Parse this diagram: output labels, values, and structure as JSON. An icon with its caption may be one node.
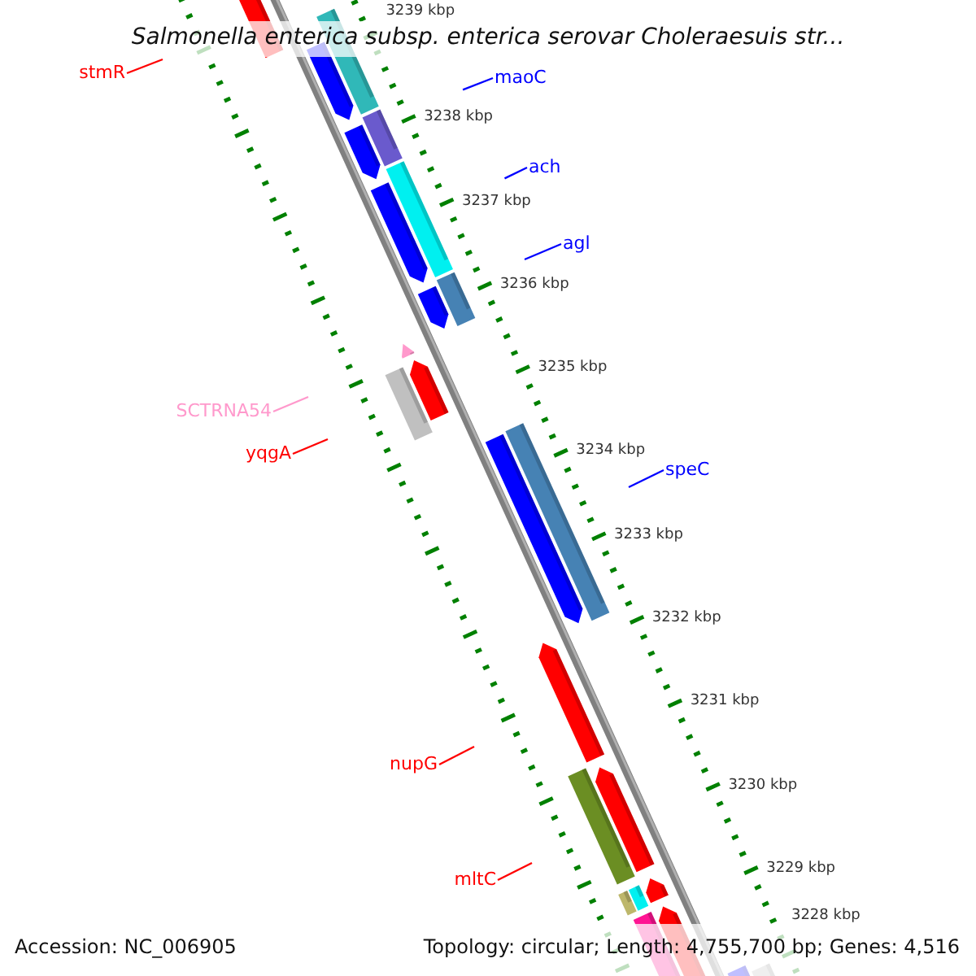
{
  "diagram": {
    "title": "Salmonella enterica subsp. enterica serovar Choleraesuis str...",
    "nodes": [
      {
        "text": [
          "stmR"
        ]
      },
      {
        "text": [
          "maoC"
        ]
      },
      {
        "text": [
          "ach"
        ]
      },
      {
        "text": [
          "agl"
        ]
      },
      {
        "text": [
          "SCTRNA54"
        ]
      },
      {
        "text": [
          "yqgA"
        ]
      },
      {
        "text": [
          "speC"
        ]
      },
      {
        "text": [
          "nupG"
        ]
      },
      {
        "text": [
          "mltC"
        ]
      }
    ],
    "edges": [
      {
        "from": 0,
        "to": null,
        "arrow": "none",
        "color": "#ff0000"
      },
      {
        "from": 1,
        "to": null,
        "arrow": "none",
        "color": "#0000ff"
      },
      {
        "from": 2,
        "to": null,
        "arrow": "none",
        "color": "#0000ff"
      },
      {
        "from": 3,
        "to": null,
        "arrow": "none",
        "color": "#0000ff"
      },
      {
        "from": 4,
        "to": null,
        "arrow": "none",
        "color": "#ff99cc"
      },
      {
        "from": 5,
        "to": null,
        "arrow": "none",
        "color": "#ff0000"
      },
      {
        "from": 6,
        "to": null,
        "arrow": "none",
        "color": "#0000ff"
      },
      {
        "from": 7,
        "to": null,
        "arrow": "none",
        "color": "#ff0000"
      },
      {
        "from": 8,
        "to": null,
        "arrow": "none",
        "color": "#ff0000"
      }
    ],
    "labels": [
      "3239 kbp",
      "3238 kbp",
      "3237 kbp",
      "3236 kbp",
      "3235 kbp",
      "3234 kbp",
      "3233 kbp",
      "3232 kbp",
      "3231 kbp",
      "3230 kbp",
      "3229 kbp",
      "3228 kbp",
      "Accession: NC_006905",
      "Topology: circular; Length: 4,755,700 bp; Genes: 4,516"
    ]
  }
}
